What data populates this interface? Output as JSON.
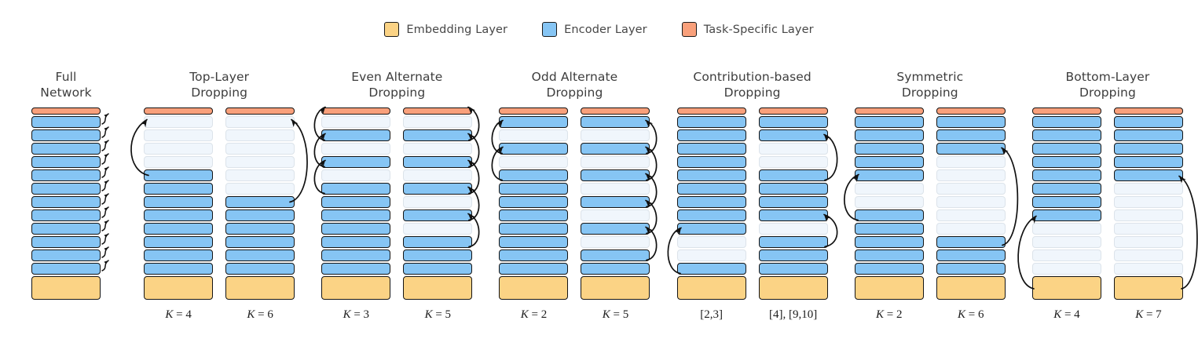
{
  "legend": {
    "items": [
      {
        "label": "Embedding Layer",
        "color": "#FBD385",
        "icon": "embedding-swatch"
      },
      {
        "label": "Encoder Layer",
        "color": "#86C5F4",
        "icon": "encoder-swatch"
      },
      {
        "label": "Task-Specific Layer",
        "color": "#F9A07B",
        "icon": "task-specific-swatch"
      }
    ]
  },
  "colors": {
    "embedding": "#FBD385",
    "encoder": "#86C5F4",
    "task_specific": "#F9A07B",
    "dropped_fill": "#F0F6FC",
    "dropped_border": "#DCE3EA",
    "block_border": "#141414",
    "text": "#3d3d3d"
  },
  "diagram": {
    "encoder_layer_count": 12,
    "panels": [
      {
        "id": "full-network",
        "title": "Full\nNetwork",
        "stacks": [
          {
            "k_label": "",
            "dropped_positions": []
          }
        ]
      },
      {
        "id": "top-layer-dropping",
        "title": "Top-Layer\nDropping",
        "stacks": [
          {
            "k_label": "K = 4",
            "dropped_positions": [
              1,
              2,
              3,
              4
            ]
          },
          {
            "k_label": "K = 6",
            "dropped_positions": [
              1,
              2,
              3,
              4,
              5,
              6
            ]
          }
        ]
      },
      {
        "id": "even-alternate-dropping",
        "title": "Even Alternate\nDropping",
        "stacks": [
          {
            "k_label": "K = 3",
            "dropped_positions": [
              1,
              3,
              5
            ]
          },
          {
            "k_label": "K = 5",
            "dropped_positions": [
              1,
              3,
              5,
              7,
              9
            ]
          }
        ]
      },
      {
        "id": "odd-alternate-dropping",
        "title": "Odd Alternate\nDropping",
        "stacks": [
          {
            "k_label": "K = 2",
            "dropped_positions": [
              2,
              4
            ]
          },
          {
            "k_label": "K = 5",
            "dropped_positions": [
              2,
              4,
              6,
              8,
              10
            ]
          }
        ]
      },
      {
        "id": "contribution-based-dropping",
        "title": "Contribution-based\nDropping",
        "stacks": [
          {
            "k_label": "[2,3]",
            "dropped_positions": [
              10,
              11
            ]
          },
          {
            "k_label": "[4], [9,10]",
            "dropped_positions": [
              3,
              4,
              9
            ]
          }
        ]
      },
      {
        "id": "symmetric-dropping",
        "title": "Symmetric\nDropping",
        "stacks": [
          {
            "k_label": "K = 2",
            "dropped_positions": [
              6,
              7
            ]
          },
          {
            "k_label": "K = 6",
            "dropped_positions": [
              4,
              5,
              6,
              7,
              8,
              9
            ]
          }
        ]
      },
      {
        "id": "bottom-layer-dropping",
        "title": "Bottom-Layer\nDropping",
        "stacks": [
          {
            "k_label": "K = 4",
            "dropped_positions": [
              9,
              10,
              11,
              12
            ]
          },
          {
            "k_label": "K = 7",
            "dropped_positions": [
              6,
              7,
              8,
              9,
              10,
              11,
              12
            ]
          }
        ]
      }
    ]
  }
}
